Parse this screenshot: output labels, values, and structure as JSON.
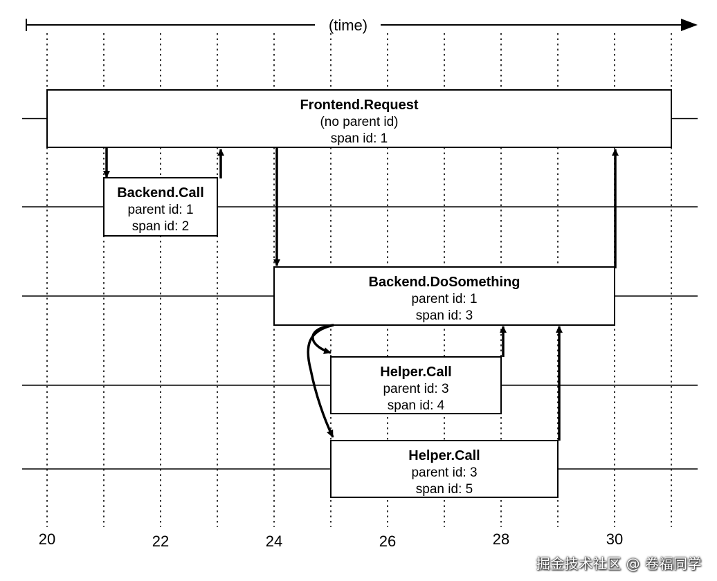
{
  "time_label": "(time)",
  "ticks": [
    "20",
    "22",
    "24",
    "26",
    "28",
    "30"
  ],
  "spans": [
    {
      "name": "Frontend.Request",
      "line1": "(no parent id)",
      "line2": "span id: 1",
      "start": 20,
      "end": 31,
      "row": 0
    },
    {
      "name": "Backend.Call",
      "line1": "parent id: 1",
      "line2": "span id: 2",
      "start": 21,
      "end": 23,
      "row": 1
    },
    {
      "name": "Backend.DoSomething",
      "line1": "parent id: 1",
      "line2": "span id: 3",
      "start": 24,
      "end": 30,
      "row": 2
    },
    {
      "name": "Helper.Call",
      "line1": "parent id: 3",
      "line2": "span id: 4",
      "start": 25,
      "end": 28,
      "row": 3
    },
    {
      "name": "Helper.Call",
      "line1": "parent id: 3",
      "line2": "span id: 5",
      "start": 25,
      "end": 29,
      "row": 4
    }
  ],
  "watermark": "掘金技术社区 @ 卷福同学"
}
